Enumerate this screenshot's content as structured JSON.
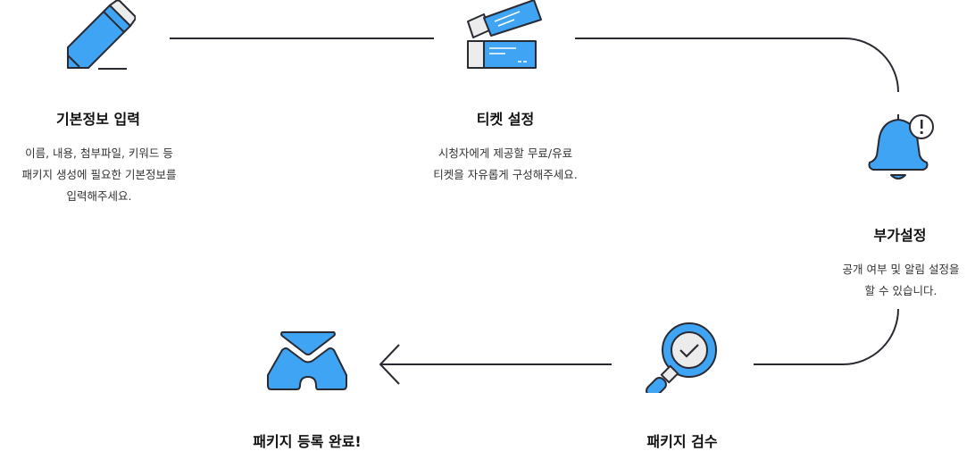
{
  "steps": [
    {
      "title": "기본정보 입력",
      "desc": [
        "이름, 내용, 첨부파일, 키워드 등",
        "패키지 생성에 필요한 기본정보를",
        "입력해주세요."
      ],
      "icon": "pencil-icon"
    },
    {
      "title": "티켓 설정",
      "desc": [
        "시청자에게 제공할 무료/유료",
        "티켓을 자유롭게 구성해주세요."
      ],
      "icon": "ticket-icon"
    },
    {
      "title": "부가설정",
      "desc": [
        "공개 여부 및 알림 설정을",
        "할 수 있습니다."
      ],
      "icon": "bell-alert-icon"
    },
    {
      "title": "패키지 검수",
      "desc": [],
      "icon": "magnifier-check-icon"
    },
    {
      "title": "패키지 등록 완료!",
      "desc": [],
      "icon": "package-logo-icon"
    }
  ],
  "colors": {
    "accent": "#3fa4f4",
    "stroke": "#2a2a33",
    "line": "#2a2a33"
  }
}
